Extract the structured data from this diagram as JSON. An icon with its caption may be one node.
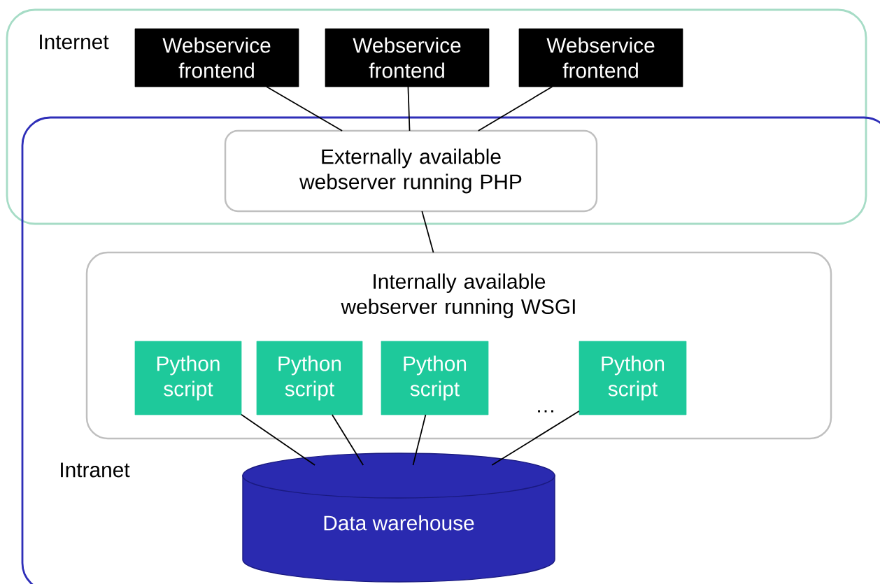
{
  "diagram": {
    "nodes": [
      {
        "text": [
          "Internet"
        ]
      },
      {
        "text": [
          "Intranet"
        ]
      },
      {
        "text": [
          "Webservice frontend"
        ],
        "in": 0
      },
      {
        "text": [
          "Webservice frontend"
        ],
        "in": 0
      },
      {
        "text": [
          "Webservice frontend"
        ],
        "in": 0
      },
      {
        "text": [
          "Externally available webserver running PHP"
        ]
      },
      {
        "text": [
          "Internally available webserver running WSGI"
        ],
        "in": 1
      },
      {
        "text": [
          "Python script"
        ],
        "in": 6
      },
      {
        "text": [
          "Python script"
        ],
        "in": 6
      },
      {
        "text": [
          "Python script"
        ],
        "in": 6
      },
      {
        "text": [
          "Python script"
        ],
        "in": 6
      },
      {
        "text": [
          "Data warehouse"
        ],
        "in": 1
      }
    ],
    "edges": [
      {
        "from": 2,
        "to": 5,
        "arrow": "none"
      },
      {
        "from": 3,
        "to": 5,
        "arrow": "none"
      },
      {
        "from": 4,
        "to": 5,
        "arrow": "none"
      },
      {
        "from": 5,
        "to": 6,
        "arrow": "none"
      },
      {
        "from": 7,
        "to": 11,
        "arrow": "none"
      },
      {
        "from": 8,
        "to": 11,
        "arrow": "none"
      },
      {
        "from": 9,
        "to": 11,
        "arrow": "none"
      },
      {
        "from": 10,
        "to": 11,
        "arrow": "none"
      }
    ],
    "labels": [
      "…"
    ]
  }
}
